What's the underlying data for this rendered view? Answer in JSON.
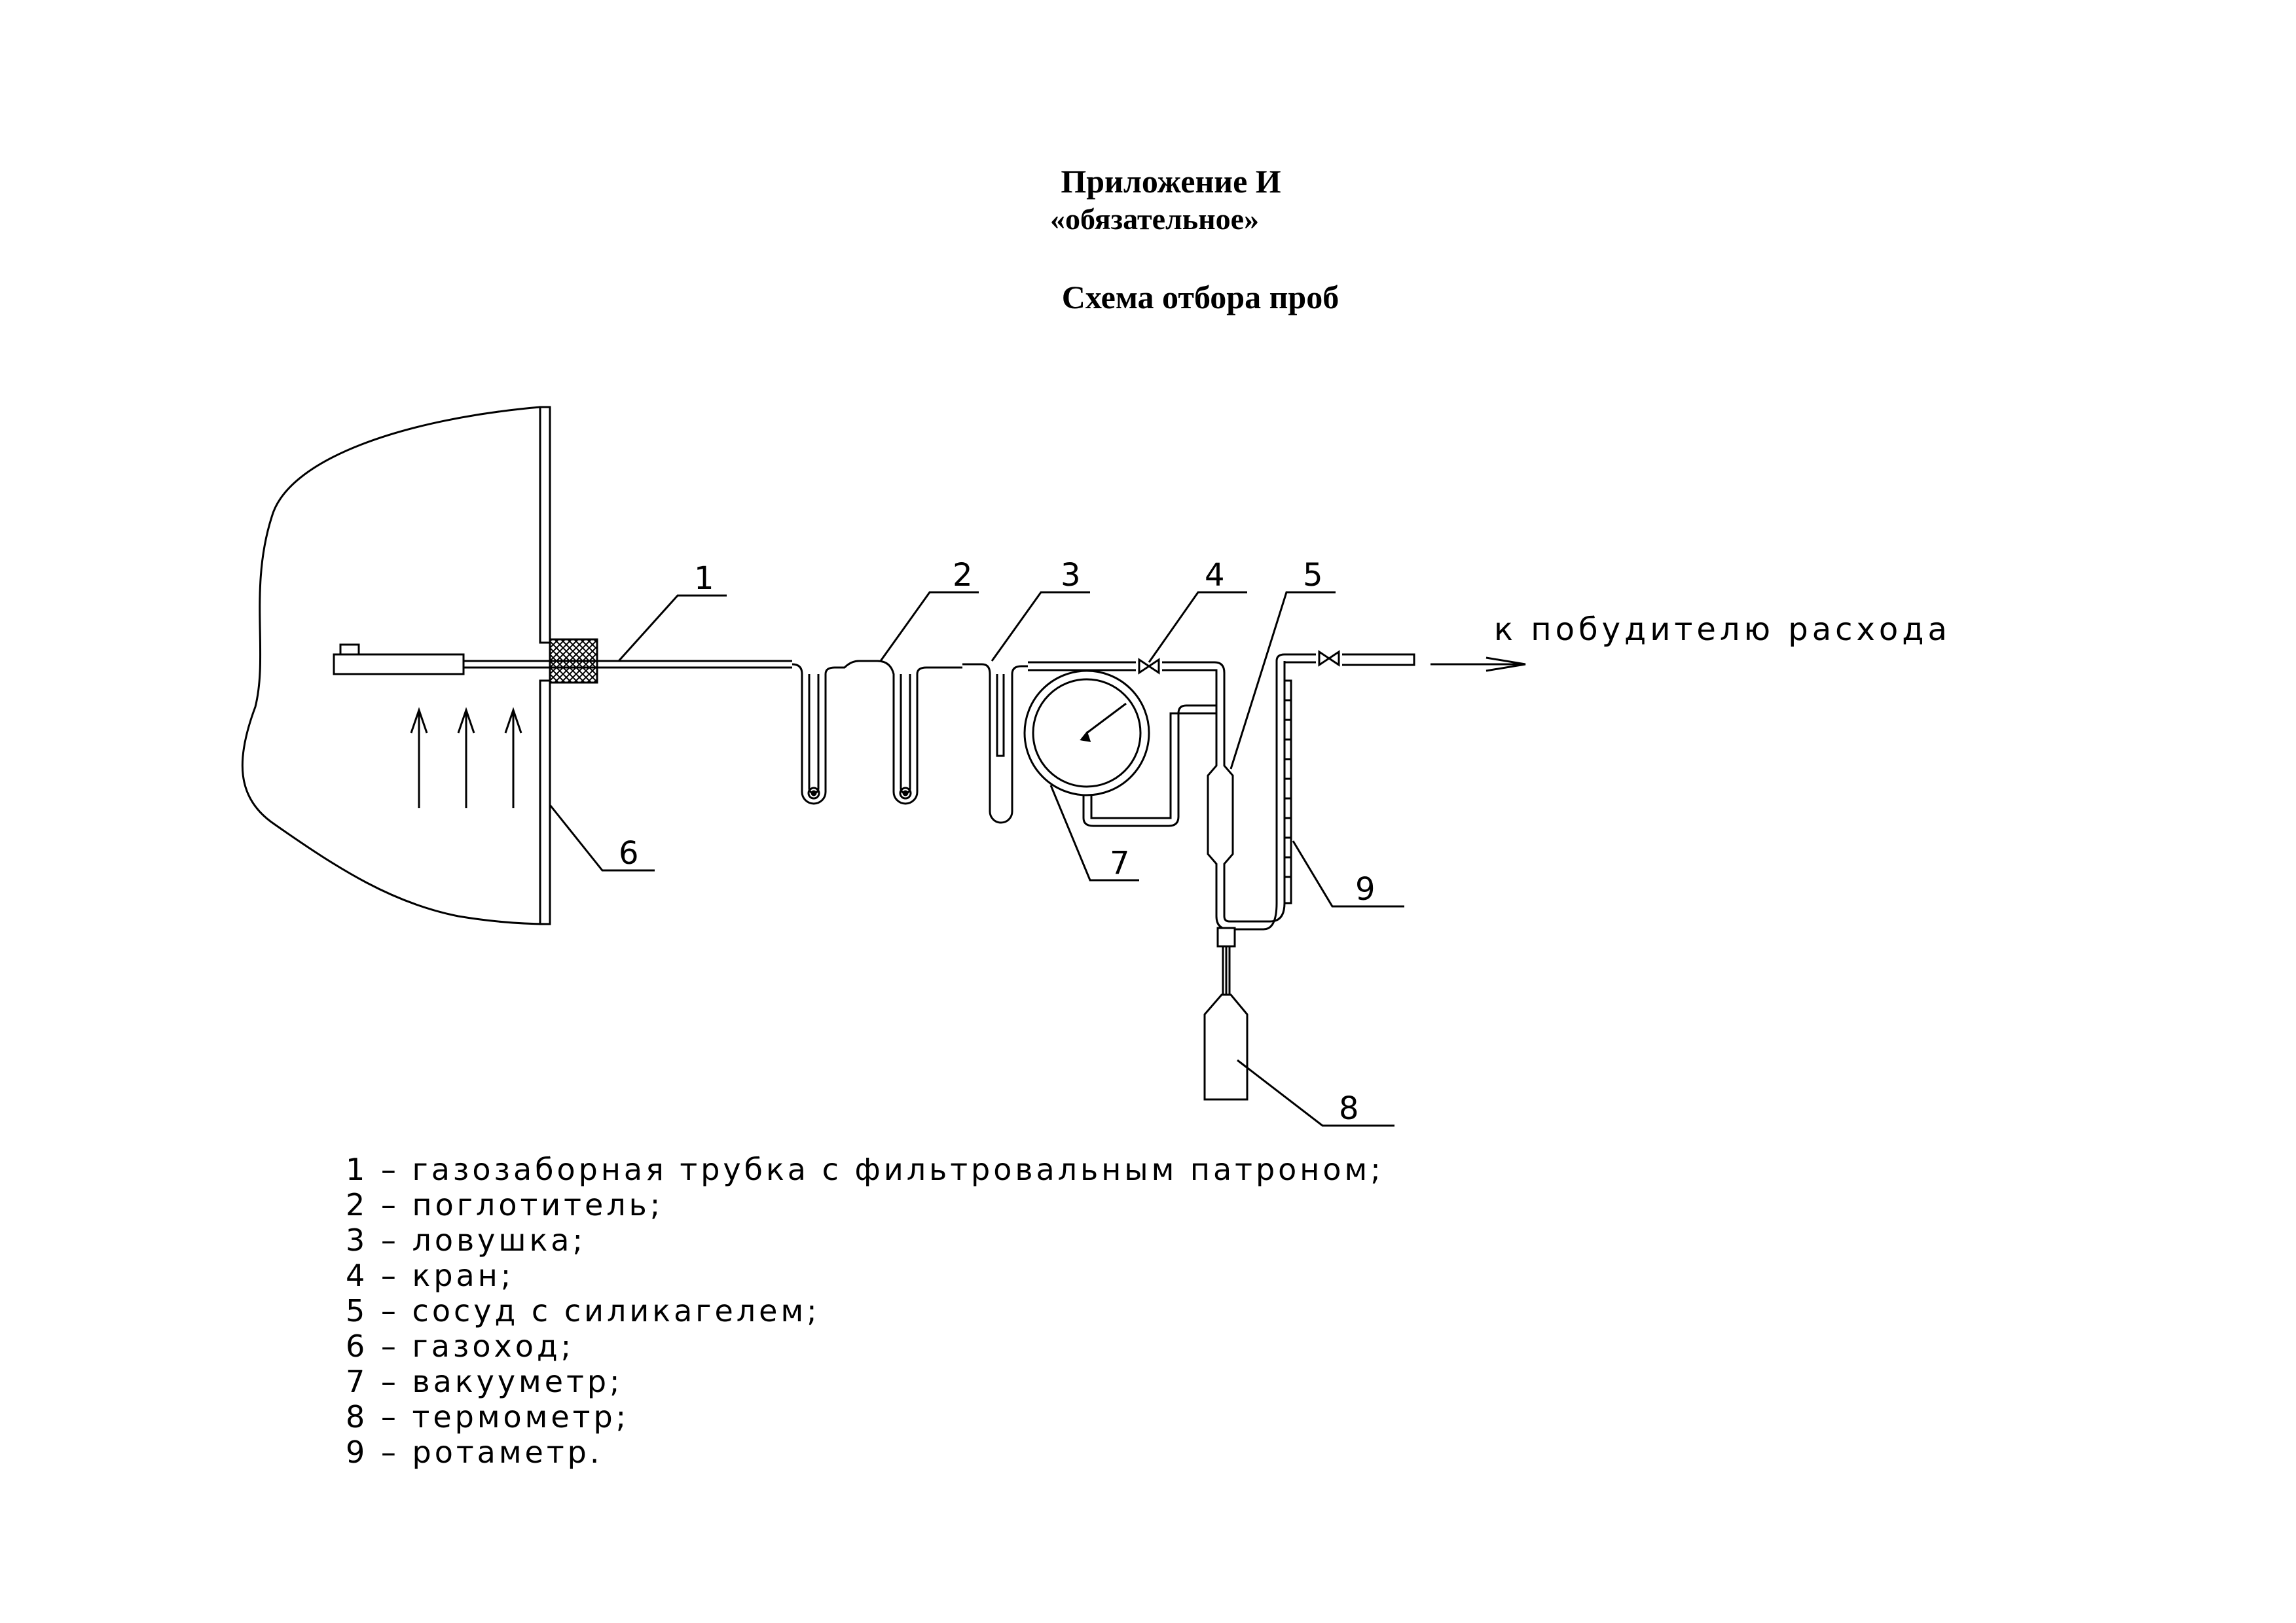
{
  "header": {
    "title": "Приложение И",
    "subtitle": "«обязательное»",
    "caption": "Схема отбора проб"
  },
  "diagram": {
    "callouts": [
      "1",
      "2",
      "3",
      "4",
      "5",
      "6",
      "7",
      "8",
      "9"
    ],
    "flow_label": "к побудителю расхода"
  },
  "legend": [
    {
      "num": "1",
      "text": "газозаборная трубка с фильтровальным патроном;"
    },
    {
      "num": "2",
      "text": "поглотитель;"
    },
    {
      "num": "3",
      "text": "ловушка;"
    },
    {
      "num": "4",
      "text": "кран;"
    },
    {
      "num": "5",
      "text": "сосуд с силикагелем;"
    },
    {
      "num": "6",
      "text": "газоход;"
    },
    {
      "num": "7",
      "text": "вакууметр;"
    },
    {
      "num": "8",
      "text": "термометр;"
    },
    {
      "num": "9",
      "text": "ротаметр."
    }
  ]
}
